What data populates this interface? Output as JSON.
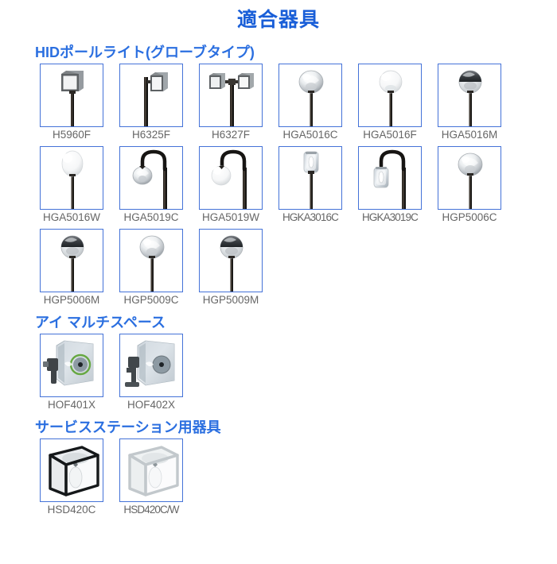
{
  "page": {
    "title": "適合器具",
    "title_color": "#1a5fd8",
    "heading_color": "#2b6fe0",
    "caption_color": "#666666",
    "cell_border_color": "#4472d8",
    "background": "#ffffff"
  },
  "sections": [
    {
      "id": "hid-pole-light-globe",
      "title": "HIDポールライト(グローブタイプ)",
      "items": [
        {
          "label": "H5960F",
          "icon": "square-lantern-pole-icon",
          "type": "square-top"
        },
        {
          "label": "H6325F",
          "icon": "square-lantern-side-pole-icon",
          "type": "square-side"
        },
        {
          "label": "H6327F",
          "icon": "twin-square-lantern-pole-icon",
          "type": "square-twin"
        },
        {
          "label": "HGA5016C",
          "icon": "clear-globe-pole-icon",
          "type": "globe-clear"
        },
        {
          "label": "HGA5016F",
          "icon": "frosted-globe-pole-icon",
          "type": "globe-frost"
        },
        {
          "label": "HGA5016M",
          "icon": "mirror-globe-pole-icon",
          "type": "globe-mirror"
        },
        {
          "label": "HGA5016W",
          "icon": "white-oval-globe-pole-icon",
          "type": "globe-white"
        },
        {
          "label": "HGA5019C",
          "icon": "curved-arm-clear-globe-icon",
          "type": "arm-clear"
        },
        {
          "label": "HGA5019W",
          "icon": "curved-arm-white-globe-icon",
          "type": "arm-white"
        },
        {
          "label": "HGKA3016C",
          "icon": "rect-lantern-pole-icon",
          "type": "rect-top"
        },
        {
          "label": "HGKA3019C",
          "icon": "curved-arm-rect-lantern-icon",
          "type": "arm-rect"
        },
        {
          "label": "HGP5006C",
          "icon": "clear-globe-pole-icon",
          "type": "globe-clear"
        },
        {
          "label": "HGP5006M",
          "icon": "mirror-globe-pole-icon",
          "type": "globe-mirror"
        },
        {
          "label": "HGP5009C",
          "icon": "clear-globe-pole-icon",
          "type": "globe-clear"
        },
        {
          "label": "HGP5009M",
          "icon": "mirror-globe-pole-icon",
          "type": "globe-mirror"
        }
      ]
    },
    {
      "id": "eye-multi-space",
      "title": "アイ マルチスペース",
      "items": [
        {
          "label": "HOF401X",
          "icon": "floodlight-green-ring-icon",
          "type": "flood-green"
        },
        {
          "label": "HOF402X",
          "icon": "floodlight-bracket-icon",
          "type": "flood-plain"
        }
      ]
    },
    {
      "id": "service-station",
      "title": "サービスステーション用器具",
      "items": [
        {
          "label": "HSD420C",
          "icon": "box-ceiling-light-black-icon",
          "type": "box-black"
        },
        {
          "label": "HSD420C/W",
          "icon": "box-ceiling-light-white-icon",
          "type": "box-white"
        }
      ]
    }
  ]
}
